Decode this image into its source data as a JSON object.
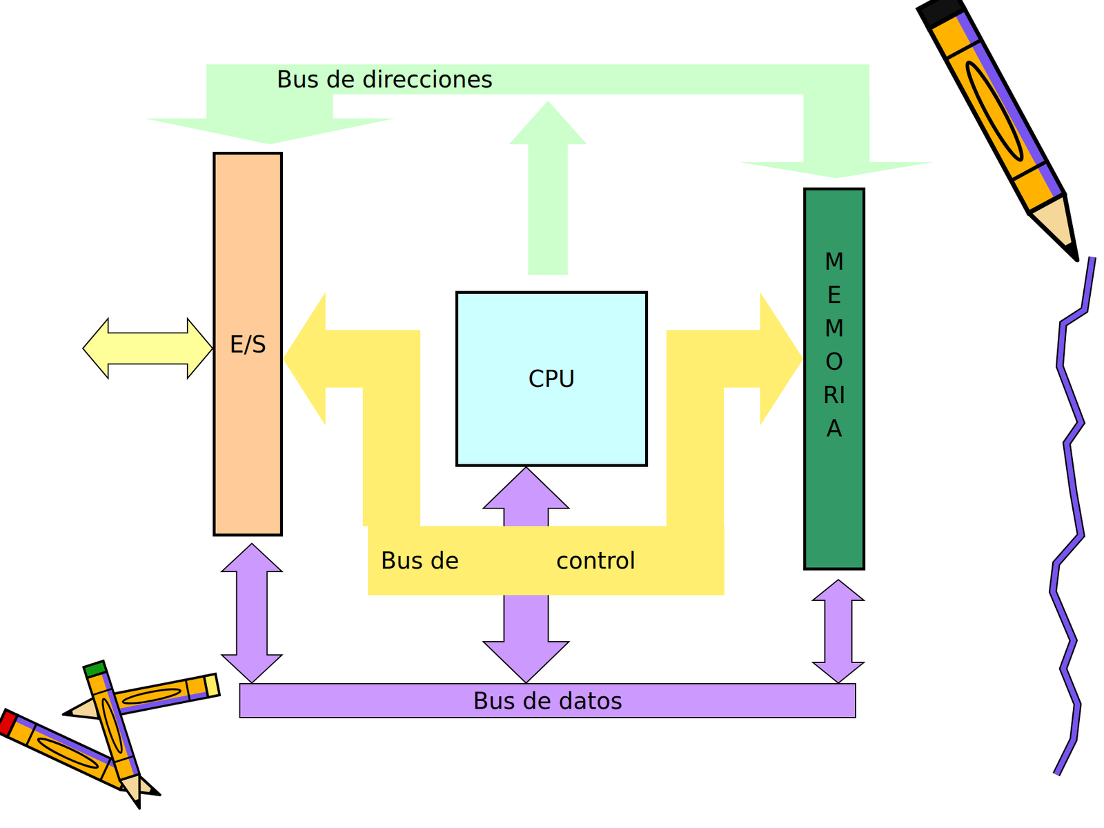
{
  "diagram": {
    "nodes": [
      {
        "text": [
          "Bus de direcciones"
        ]
      },
      {
        "text": [
          "E/S"
        ]
      },
      {
        "text": [
          "CPU"
        ]
      },
      {
        "text": [
          "MEMORIA"
        ]
      },
      {
        "text": [
          "Bus de",
          "control"
        ]
      },
      {
        "text": [
          "Bus de datos"
        ]
      }
    ],
    "edges": [
      {
        "from": 2,
        "to": 0,
        "arrow": "to"
      },
      {
        "from": 0,
        "to": 1,
        "arrow": "to"
      },
      {
        "from": 0,
        "to": 3,
        "arrow": "to"
      },
      {
        "from": 4,
        "to": 1,
        "arrow": "to"
      },
      {
        "from": 4,
        "to": 3,
        "arrow": "to"
      },
      {
        "from": 2,
        "to": 5,
        "arrow": "both"
      },
      {
        "from": 1,
        "to": 5,
        "arrow": "both"
      },
      {
        "from": 3,
        "to": 5,
        "arrow": "both"
      }
    ]
  }
}
